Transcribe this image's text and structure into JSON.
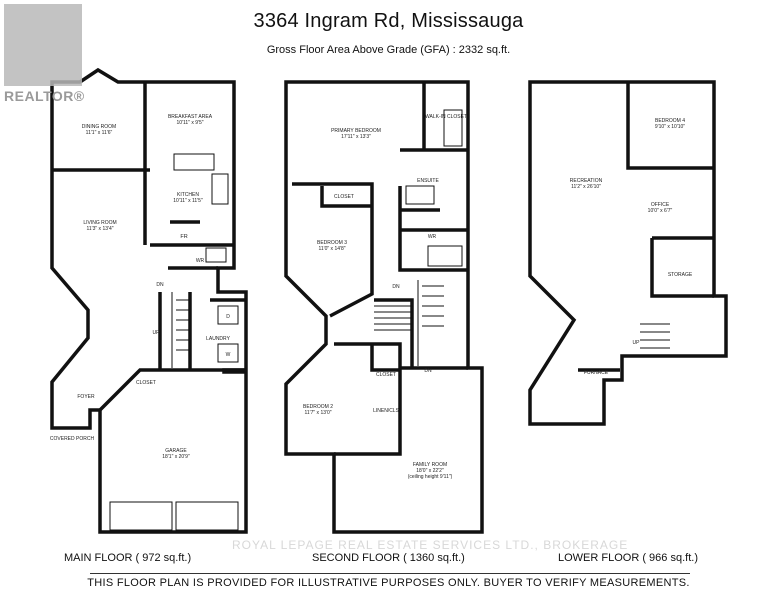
{
  "header": {
    "title": "3364 Ingram Rd, Mississauga",
    "subtitle": "Gross Floor Area Above Grade  (GFA) : 2332 sq.ft."
  },
  "logo": {
    "text": "REALTOR®",
    "icon": "realtor-logo-icon"
  },
  "watermark": "ROYAL LEPAGE REAL ESTATE SERVICES LTD., BROKERAGE",
  "floors": {
    "main": {
      "label": "MAIN FLOOR ( 972 sq.ft.)",
      "rooms": {
        "dining": "DINING ROOM",
        "dining_dim": "11'1\" x 11'6\"",
        "breakfast": "BREAKFAST AREA",
        "breakfast_dim": "10'11\" x 9'5\"",
        "kitchen": "KITCHEN",
        "kitchen_dim": "10'11\" x 11'5\"",
        "living": "LIVING ROOM",
        "living_dim": "11'3\" x 13'4\"",
        "fr": "FR",
        "wr": "WR",
        "laundry": "LAUNDRY",
        "d": "D",
        "w": "W",
        "closet": "CLOSET",
        "foyer": "FOYER",
        "porch": "COVERED PORCH",
        "garage": "GARAGE",
        "garage_dim": "18'1\" x 20'9\"",
        "dn": "DN",
        "up": "UP"
      }
    },
    "second": {
      "label": "SECOND FLOOR ( 1360 sq.ft.)",
      "rooms": {
        "primary": "PRIMARY BEDROOM",
        "primary_dim": "17'11\" x 13'3\"",
        "walkin": "WALK-IN CLOSET",
        "ensuite": "ENSUITE",
        "closet": "CLOSET",
        "bed3": "BEDROOM 3",
        "bed3_dim": "11'0\" x 14'8\"",
        "wr": "WR",
        "bed2": "BEDROOM 2",
        "bed2_dim": "11'7\" x 13'0\"",
        "closet2": "CLOSET",
        "linen": "LINEN/CLS",
        "family": "FAMILY ROOM",
        "family_dim": "18'0\" x 22'2\"",
        "family_ceiling": "(ceiling height 9'11\")",
        "dn": "DN",
        "dn2": "DN"
      }
    },
    "lower": {
      "label": "LOWER FLOOR ( 966 sq.ft.)",
      "rooms": {
        "bed4": "BEDROOM 4",
        "bed4_dim": "9'10\" x 10'10\"",
        "recreation": "RECREATION",
        "recreation_dim": "11'2\" x 26'10\"",
        "office": "OFFICE",
        "office_dim": "10'0\" x 6'7\"",
        "storage": "STORAGE",
        "furnace": "FURNACE",
        "up": "UP"
      }
    }
  },
  "disclaimer": "THIS FLOOR PLAN IS PROVIDED FOR ILLUSTRATIVE PURPOSES ONLY. BUYER TO VERIFY MEASUREMENTS."
}
